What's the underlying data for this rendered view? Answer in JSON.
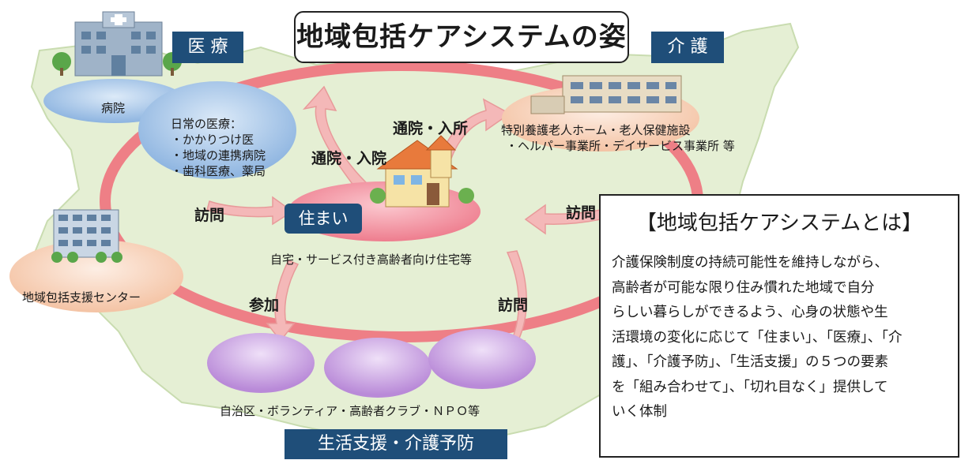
{
  "title": "地域包括ケアシステムの姿",
  "categories": {
    "medical": "医 療",
    "care": "介 護",
    "housing": "住まい",
    "support": "生活支援・介護予防"
  },
  "medical": {
    "hospital": "病院",
    "daily_title": "日常の医療：",
    "daily_items": [
      "・かかりつけ医",
      "・地域の連携病院",
      "・歯科医療、薬局"
    ]
  },
  "care": {
    "line1": "特別養護老人ホーム・老人保健施設",
    "line2": "・ヘルパー事業所・デイサービス事業所 等"
  },
  "housing": {
    "caption": "自宅・サービス付き高齢者向け住宅等"
  },
  "support": {
    "caption": "自治区・ボランティア・高齢者クラブ・ＮＰＯ等"
  },
  "center": "地域包括支援センター",
  "flows": {
    "hospital_admit": "通院・入院",
    "facility_admit": "通院・入所",
    "visit_medical": "訪問",
    "visit_care": "訪問",
    "participate": "参加",
    "visit_support": "訪問"
  },
  "explanation": {
    "title": "【地域包括ケアシステムとは】",
    "lines": [
      "介護保険制度の持続可能性を維持しながら、",
      "高齢者が可能な限り住み慣れた地域で自分",
      "らしい暮らしができるよう、心身の状態や生",
      "活環境の変化に応じて「住まい」、「医療」、「介",
      "護」、「介護予防」、「生活支援」の５つの要素",
      "を「組み合わせて」、「切れ目なく」提供して",
      "いく体制"
    ]
  },
  "colors": {
    "navy": "#1f4e79",
    "ring": "#ee7f86",
    "map": "#e5efd4",
    "medical_blob": "#aac9ea",
    "care_blob": "#f8d4bd",
    "housing_blob": "#f59aa6",
    "support_blob": "#cfa7e5",
    "arrow": "#f4b8b8"
  }
}
